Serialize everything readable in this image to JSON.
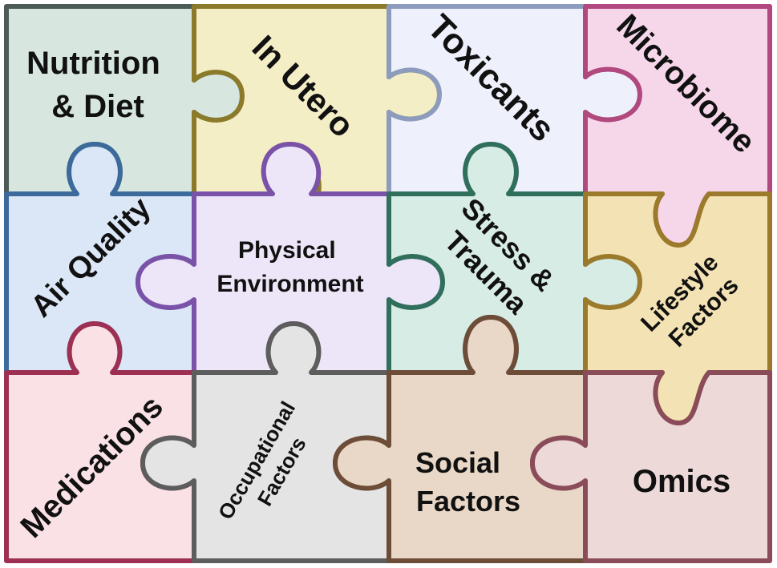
{
  "pieces": [
    {
      "id": "nutrition-diet",
      "lines": [
        "Nutrition",
        "& Diet"
      ],
      "fill": "#d7e6df",
      "stroke": "#4d5b56"
    },
    {
      "id": "in-utero",
      "lines": [
        "In Utero"
      ],
      "fill": "#f4eec7",
      "stroke": "#8c7a2b"
    },
    {
      "id": "toxicants",
      "lines": [
        "Toxicants"
      ],
      "fill": "#eef1fb",
      "stroke": "#8d9cbd"
    },
    {
      "id": "microbiome",
      "lines": [
        "Microbiome"
      ],
      "fill": "#f6d7e9",
      "stroke": "#b1487e"
    },
    {
      "id": "air-quality",
      "lines": [
        "Air Quality"
      ],
      "fill": "#dbe7f6",
      "stroke": "#3c6a9b"
    },
    {
      "id": "physical-environment",
      "lines": [
        "Physical",
        "Environment"
      ],
      "fill": "#ede6f8",
      "stroke": "#7a52a8"
    },
    {
      "id": "stress-trauma",
      "lines": [
        "Stress &",
        "Trauma"
      ],
      "fill": "#d8ece6",
      "stroke": "#2f6f5c"
    },
    {
      "id": "lifestyle-factors",
      "lines": [
        "Lifestyle",
        "Factors"
      ],
      "fill": "#f3e2b3",
      "stroke": "#9c7a2c"
    },
    {
      "id": "medications",
      "lines": [
        "Medications"
      ],
      "fill": "#f9e1e6",
      "stroke": "#9c2f52"
    },
    {
      "id": "occupational-factors",
      "lines": [
        "Occupational",
        "Factors"
      ],
      "fill": "#e4e4e4",
      "stroke": "#5d5d5d"
    },
    {
      "id": "social-factors",
      "lines": [
        "Social",
        "Factors"
      ],
      "fill": "#e9d8c7",
      "stroke": "#6d4c38"
    },
    {
      "id": "omics",
      "lines": [
        "Omics"
      ],
      "fill": "#eed9d9",
      "stroke": "#8a4c59"
    }
  ]
}
